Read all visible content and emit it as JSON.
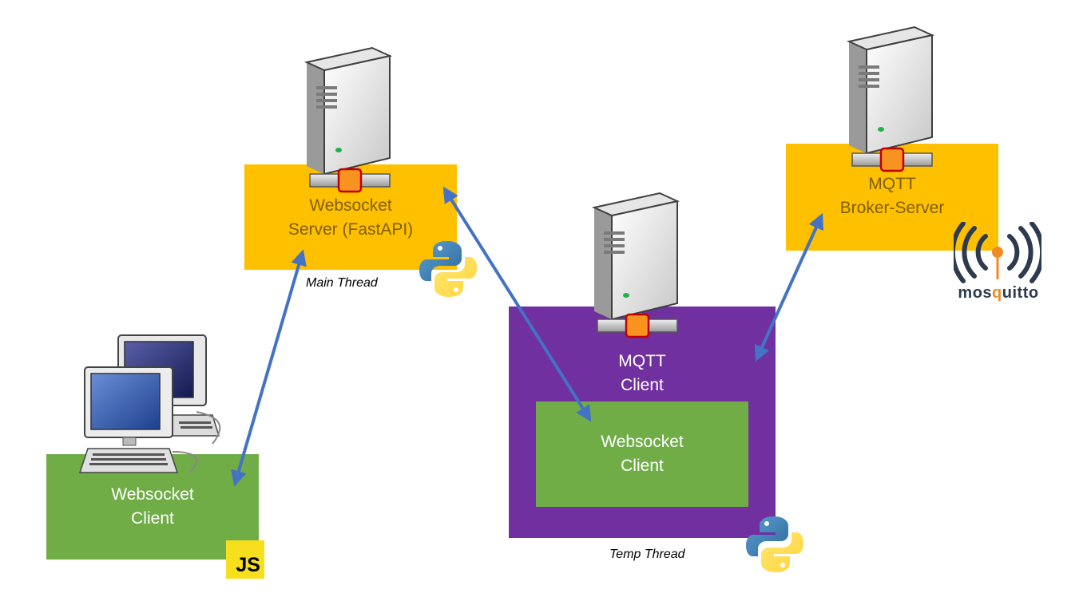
{
  "nodes": {
    "ws_server": {
      "line1": "Websocket",
      "line2": "Server (FastAPI)",
      "color": "#ffc000",
      "text_color": "#7f6000"
    },
    "mqtt_broker": {
      "line1": "MQTT",
      "line2": "Broker-Server",
      "color": "#ffc000",
      "text_color": "#7f6000"
    },
    "mqtt_client": {
      "line1": "MQTT",
      "line2": "Client",
      "color": "#7030a0",
      "text_color": "#ffffff"
    },
    "ws_client_inner": {
      "line1": "Websocket",
      "line2": "Client",
      "color": "#70ad47",
      "text_color": "#ffffff"
    },
    "ws_client_js": {
      "line1": "Websocket",
      "line2": "Client",
      "color": "#70ad47",
      "text_color": "#ffffff"
    }
  },
  "captions": {
    "main_thread": "Main Thread",
    "temp_thread": "Temp Thread"
  },
  "logos": {
    "js": "JS",
    "mosquitto_pre": "mos",
    "mosquitto_o": "q",
    "mosquitto_post": "uitto",
    "icons": [
      "server-tower-icon",
      "network-connector-icon",
      "desktop-computer-icon",
      "python-logo-icon",
      "javascript-logo-icon",
      "mosquitto-logo-icon"
    ]
  },
  "connections": [
    {
      "from": "ws_client_js",
      "to": "ws_server",
      "style": "double-arrow"
    },
    {
      "from": "ws_server",
      "to": "ws_client_inner",
      "style": "double-arrow"
    },
    {
      "from": "mqtt_client",
      "to": "mqtt_broker",
      "style": "double-arrow"
    }
  ],
  "arrow_color": "#4472c4"
}
